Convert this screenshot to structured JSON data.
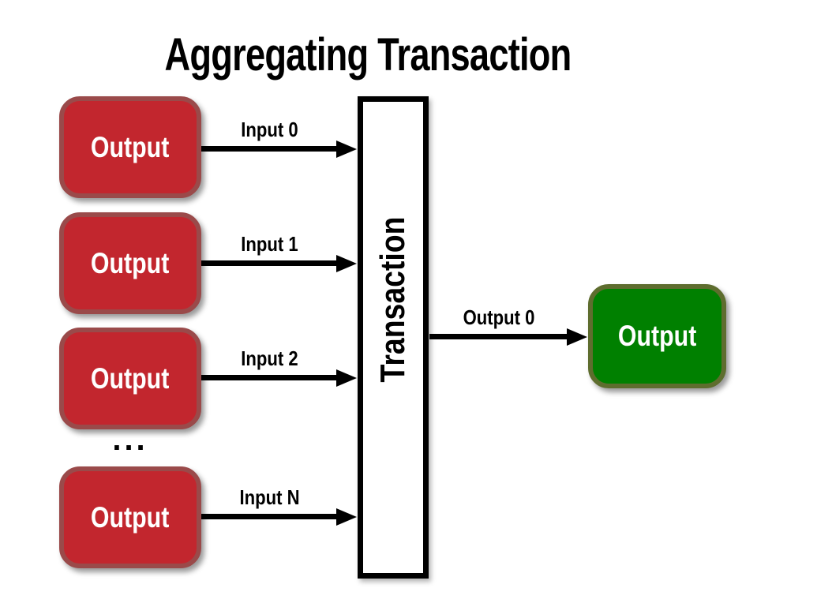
{
  "title": "Aggregating Transaction",
  "transaction_label": "Transaction",
  "ellipsis": "...",
  "inputs": [
    {
      "box_label": "Output",
      "arrow_label": "Input 0"
    },
    {
      "box_label": "Output",
      "arrow_label": "Input 1"
    },
    {
      "box_label": "Output",
      "arrow_label": "Input 2"
    },
    {
      "box_label": "Output",
      "arrow_label": "Input N"
    }
  ],
  "output": {
    "box_label": "Output",
    "arrow_label": "Output 0"
  },
  "colors": {
    "background": "#FFFFFF",
    "input_box_fill": "#C2262E",
    "input_box_border": "#9A4A4A",
    "output_box_fill": "#008000",
    "output_box_border": "#5E6D2E",
    "transaction_box_fill": "#FFFFFF",
    "transaction_box_border": "#000000",
    "arrow_color": "#000000",
    "box_text_color": "#FFFFFF",
    "label_text_color": "#000000"
  }
}
